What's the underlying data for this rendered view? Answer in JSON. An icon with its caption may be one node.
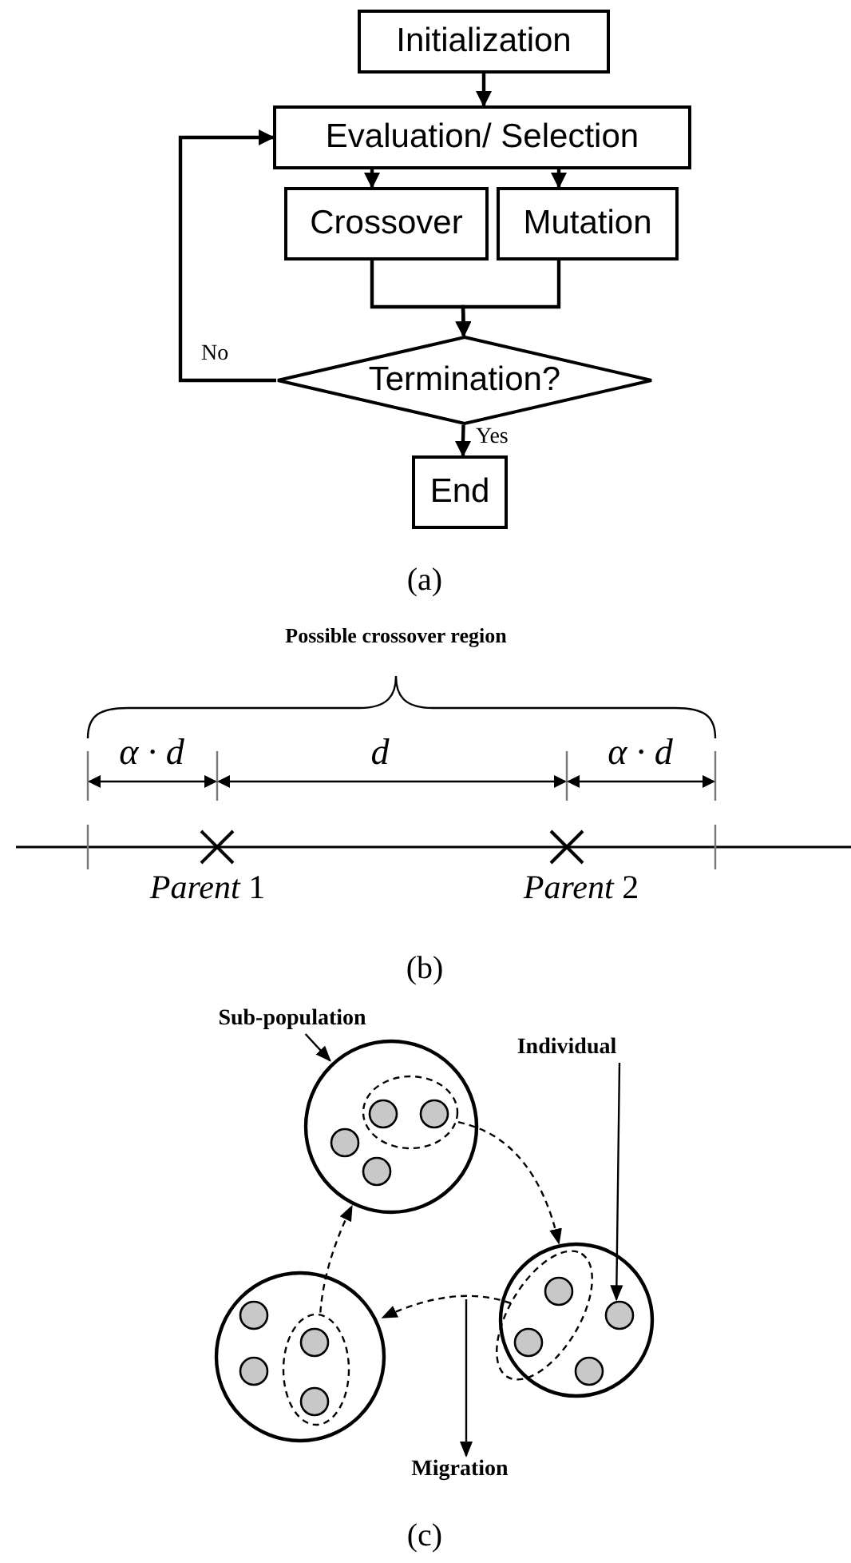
{
  "diagram": {
    "nodes": [
      {
        "text": [
          "Initialization"
        ]
      },
      {
        "text": [
          "Evaluation/ Selection"
        ]
      },
      {
        "text": [
          "Crossover"
        ]
      },
      {
        "text": [
          "Mutation"
        ]
      },
      {
        "text": [
          "Termination?"
        ]
      },
      {
        "text": [
          "End"
        ]
      },
      {
        "text": [
          "Sub-population"
        ]
      },
      {
        "text": [
          "Individual"
        ]
      },
      {
        "text": [],
        "shape": "circle"
      },
      {
        "text": [],
        "shape": "ellipse",
        "in": 8
      },
      {
        "text": [],
        "shape": "circle",
        "in": 9
      },
      {
        "text": [],
        "shape": "circle",
        "in": 9
      },
      {
        "text": [],
        "shape": "circle",
        "in": 8
      },
      {
        "text": [],
        "shape": "circle",
        "in": 8
      },
      {
        "text": [],
        "shape": "circle"
      },
      {
        "text": [],
        "shape": "ellipse",
        "in": 14
      },
      {
        "text": [],
        "shape": "circle",
        "in": 15
      },
      {
        "text": [],
        "shape": "circle",
        "in": 15
      },
      {
        "text": [],
        "shape": "circle",
        "in": 14
      },
      {
        "text": [],
        "shape": "circle",
        "in": 14
      },
      {
        "text": [],
        "shape": "circle"
      },
      {
        "text": [],
        "shape": "ellipse",
        "in": 20
      },
      {
        "text": [],
        "shape": "circle",
        "in": 21
      },
      {
        "text": [],
        "shape": "circle",
        "in": 21
      },
      {
        "text": [],
        "shape": "circle",
        "in": 20
      },
      {
        "text": [],
        "shape": "circle",
        "in": 20
      },
      {
        "text": [
          "Migration"
        ]
      }
    ],
    "edges": [
      {
        "from": 0,
        "to": 1,
        "arrow": "to"
      },
      {
        "from": 1,
        "to": 2,
        "arrow": "to"
      },
      {
        "from": 1,
        "to": 3,
        "arrow": "to"
      },
      {
        "from": 2,
        "to": 4,
        "arrow": "to"
      },
      {
        "from": 3,
        "to": 4,
        "arrow": "to"
      },
      {
        "from": 4,
        "to": 1,
        "arrow": "to",
        "label": "No"
      },
      {
        "from": 4,
        "to": 5,
        "arrow": "to",
        "label": "Yes"
      },
      {
        "from": 6,
        "to": 8,
        "arrow": "to"
      },
      {
        "from": 7,
        "to": 24,
        "arrow": "to"
      },
      {
        "from": 9,
        "to": 20,
        "arrow": "to",
        "style": "dashed"
      },
      {
        "from": 21,
        "to": 14,
        "arrow": "to",
        "style": "dashed"
      },
      {
        "from": 15,
        "to": 8,
        "arrow": "to",
        "style": "dashed"
      },
      {
        "from": null,
        "to": 26,
        "arrow": "to"
      }
    ],
    "labels": [
      "(a)",
      "Possible crossover region",
      "α · d",
      "d",
      "α · d",
      "*Parent* 1",
      "*Parent* 2",
      "(b)",
      "(c)"
    ]
  }
}
